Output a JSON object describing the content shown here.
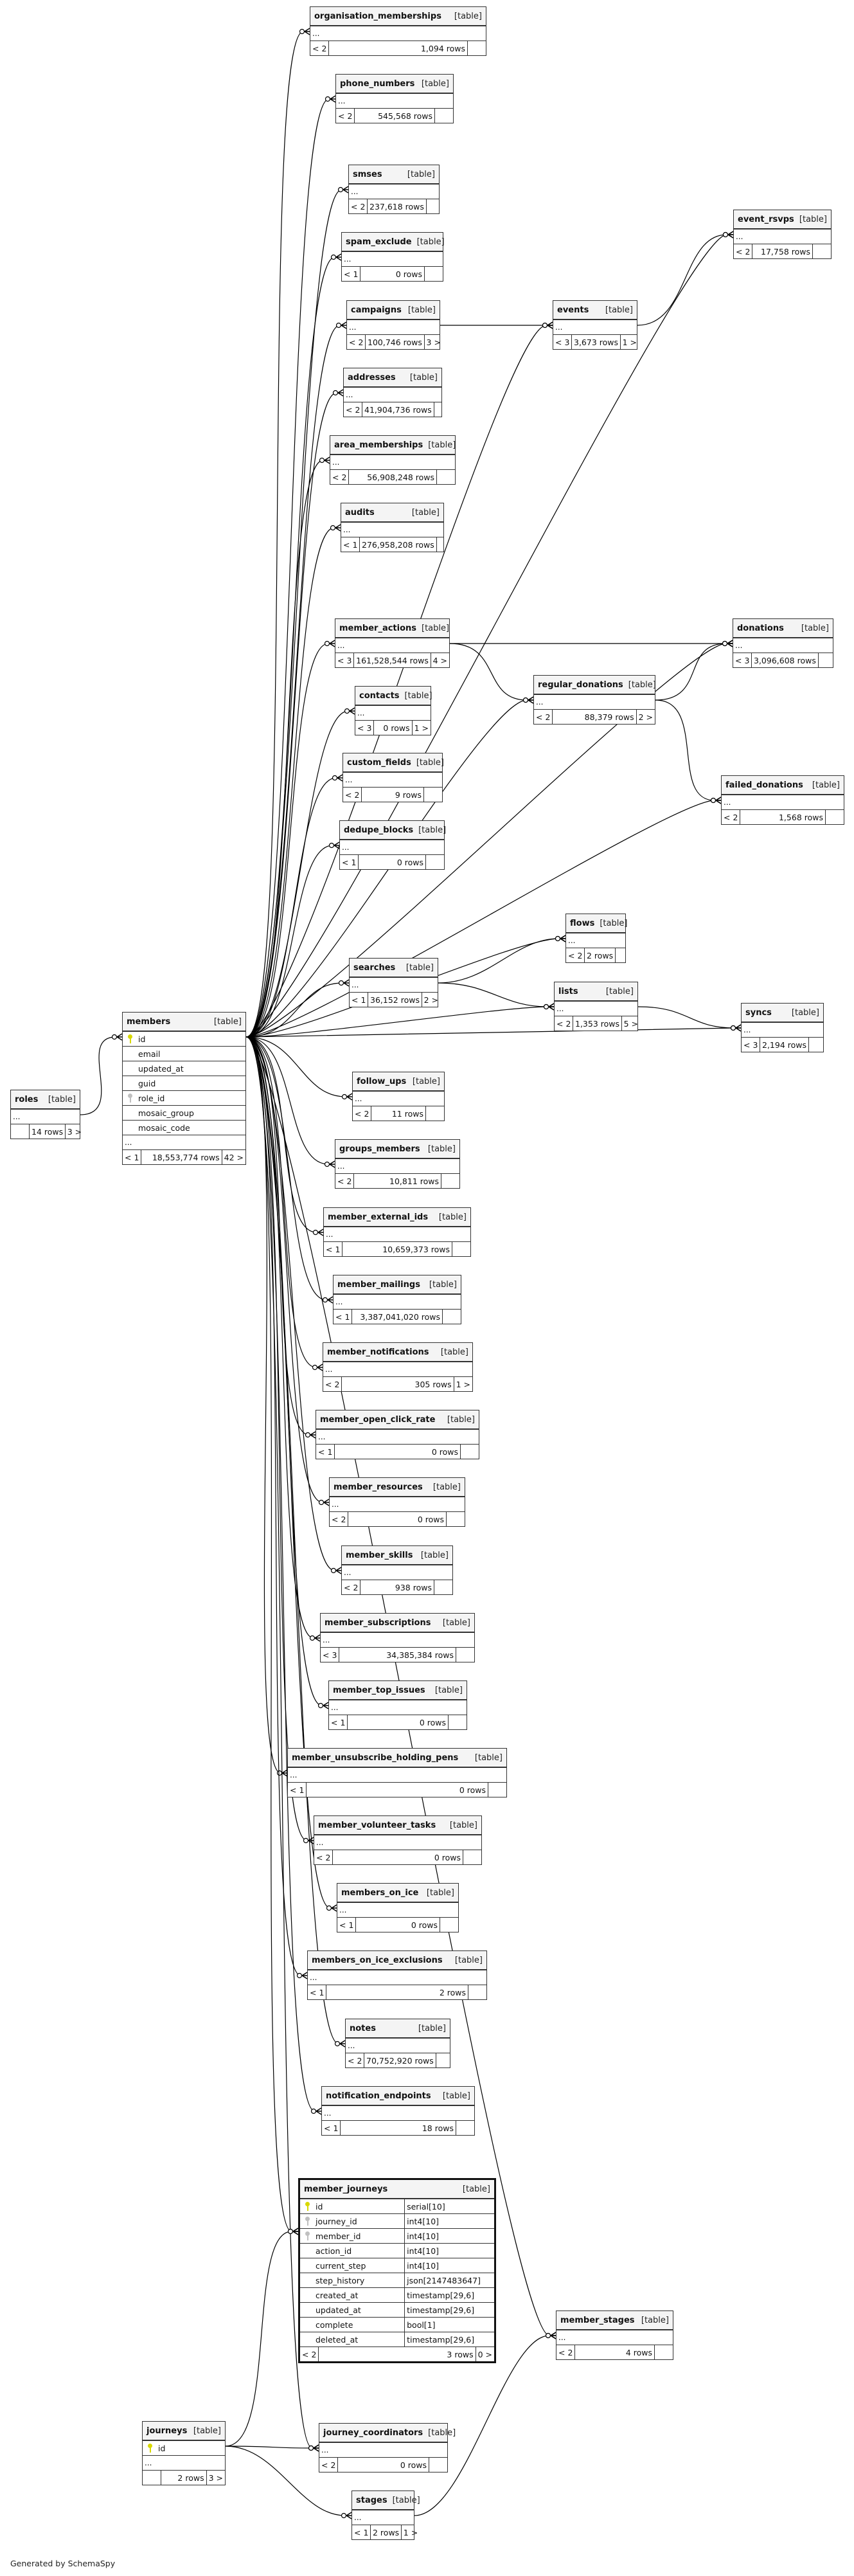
{
  "diagram": {
    "footer": "Generated by SchemaSpy",
    "type_label": "[table]",
    "ellipsis": "...",
    "line_color": "#000000",
    "pk_icon_color": "#d8d800",
    "fk_icon_color": "#c0c0c0",
    "header_bg": "#f4f4f4"
  },
  "tables": [
    {
      "id": "organisation_memberships",
      "name": "organisation_memberships",
      "parents": "< 2",
      "rows": "1,094 rows",
      "children": ""
    },
    {
      "id": "phone_numbers",
      "name": "phone_numbers",
      "parents": "< 2",
      "rows": "545,568 rows",
      "children": ""
    },
    {
      "id": "smses",
      "name": "smses",
      "parents": "< 2",
      "rows": "237,618 rows",
      "children": ""
    },
    {
      "id": "spam_exclude",
      "name": "spam_exclude",
      "parents": "< 1",
      "rows": "0 rows",
      "children": ""
    },
    {
      "id": "campaigns",
      "name": "campaigns",
      "parents": "< 2",
      "rows": "100,746 rows",
      "children": "3 >"
    },
    {
      "id": "events",
      "name": "events",
      "parents": "< 3",
      "rows": "3,673 rows",
      "children": "1 >"
    },
    {
      "id": "event_rsvps",
      "name": "event_rsvps",
      "parents": "< 2",
      "rows": "17,758 rows",
      "children": ""
    },
    {
      "id": "addresses",
      "name": "addresses",
      "parents": "< 2",
      "rows": "41,904,736 rows",
      "children": ""
    },
    {
      "id": "area_memberships",
      "name": "area_memberships",
      "parents": "< 2",
      "rows": "56,908,248 rows",
      "children": ""
    },
    {
      "id": "audits",
      "name": "audits",
      "parents": "< 1",
      "rows": "276,958,208 rows",
      "children": ""
    },
    {
      "id": "member_actions",
      "name": "member_actions",
      "parents": "< 3",
      "rows": "161,528,544 rows",
      "children": "4 >"
    },
    {
      "id": "donations",
      "name": "donations",
      "parents": "< 3",
      "rows": "3,096,608 rows",
      "children": ""
    },
    {
      "id": "regular_donations",
      "name": "regular_donations",
      "parents": "< 2",
      "rows": "88,379 rows",
      "children": "2 >"
    },
    {
      "id": "contacts",
      "name": "contacts",
      "parents": "< 3",
      "rows": "0 rows",
      "children": "1 >"
    },
    {
      "id": "custom_fields",
      "name": "custom_fields",
      "parents": "< 2",
      "rows": "9 rows",
      "children": ""
    },
    {
      "id": "failed_donations",
      "name": "failed_donations",
      "parents": "< 2",
      "rows": "1,568 rows",
      "children": ""
    },
    {
      "id": "dedupe_blocks",
      "name": "dedupe_blocks",
      "parents": "< 1",
      "rows": "0 rows",
      "children": ""
    },
    {
      "id": "flows",
      "name": "flows",
      "parents": "< 2",
      "rows": "2 rows",
      "children": ""
    },
    {
      "id": "searches",
      "name": "searches",
      "parents": "< 1",
      "rows": "36,152 rows",
      "children": "2 >"
    },
    {
      "id": "lists",
      "name": "lists",
      "parents": "< 2",
      "rows": "1,353 rows",
      "children": "5 >"
    },
    {
      "id": "syncs",
      "name": "syncs",
      "parents": "< 3",
      "rows": "2,194 rows",
      "children": ""
    },
    {
      "id": "roles",
      "name": "roles",
      "parents": "",
      "rows": "14 rows",
      "children": "3 >"
    },
    {
      "id": "members",
      "name": "members",
      "parents": "< 1",
      "rows": "18,553,774 rows",
      "children": "42 >",
      "columns": [
        {
          "name": "id",
          "key": "pk"
        },
        {
          "name": "email",
          "key": ""
        },
        {
          "name": "updated_at",
          "key": ""
        },
        {
          "name": "guid",
          "key": ""
        },
        {
          "name": "role_id",
          "key": "fk"
        },
        {
          "name": "mosaic_group",
          "key": ""
        },
        {
          "name": "mosaic_code",
          "key": ""
        }
      ]
    },
    {
      "id": "follow_ups",
      "name": "follow_ups",
      "parents": "< 2",
      "rows": "11 rows",
      "children": ""
    },
    {
      "id": "groups_members",
      "name": "groups_members",
      "parents": "< 2",
      "rows": "10,811 rows",
      "children": ""
    },
    {
      "id": "member_external_ids",
      "name": "member_external_ids",
      "parents": "< 1",
      "rows": "10,659,373 rows",
      "children": ""
    },
    {
      "id": "member_mailings",
      "name": "member_mailings",
      "parents": "< 1",
      "rows": "3,387,041,020 rows",
      "children": ""
    },
    {
      "id": "member_notifications",
      "name": "member_notifications",
      "parents": "< 2",
      "rows": "305 rows",
      "children": "1 >"
    },
    {
      "id": "member_open_click_rate",
      "name": "member_open_click_rate",
      "parents": "< 1",
      "rows": "0 rows",
      "children": ""
    },
    {
      "id": "member_resources",
      "name": "member_resources",
      "parents": "< 2",
      "rows": "0 rows",
      "children": ""
    },
    {
      "id": "member_skills",
      "name": "member_skills",
      "parents": "< 2",
      "rows": "938 rows",
      "children": ""
    },
    {
      "id": "member_subscriptions",
      "name": "member_subscriptions",
      "parents": "< 3",
      "rows": "34,385,384 rows",
      "children": ""
    },
    {
      "id": "member_top_issues",
      "name": "member_top_issues",
      "parents": "< 1",
      "rows": "0 rows",
      "children": ""
    },
    {
      "id": "member_unsubscribe_holding_pens",
      "name": "member_unsubscribe_holding_pens",
      "parents": "< 1",
      "rows": "0 rows",
      "children": ""
    },
    {
      "id": "member_volunteer_tasks",
      "name": "member_volunteer_tasks",
      "parents": "< 2",
      "rows": "0 rows",
      "children": ""
    },
    {
      "id": "members_on_ice",
      "name": "members_on_ice",
      "parents": "< 1",
      "rows": "0 rows",
      "children": ""
    },
    {
      "id": "members_on_ice_exclusions",
      "name": "members_on_ice_exclusions",
      "parents": "< 1",
      "rows": "2 rows",
      "children": ""
    },
    {
      "id": "notes",
      "name": "notes",
      "parents": "< 2",
      "rows": "70,752,920 rows",
      "children": ""
    },
    {
      "id": "notification_endpoints",
      "name": "notification_endpoints",
      "parents": "< 1",
      "rows": "18 rows",
      "children": ""
    },
    {
      "id": "member_journeys",
      "name": "member_journeys",
      "parents": "< 2",
      "rows": "3 rows",
      "children": "0 >",
      "focus": true,
      "columns": [
        {
          "name": "id",
          "type": "serial[10]",
          "key": "pk"
        },
        {
          "name": "journey_id",
          "type": "int4[10]",
          "key": "fk"
        },
        {
          "name": "member_id",
          "type": "int4[10]",
          "key": "fk"
        },
        {
          "name": "action_id",
          "type": "int4[10]",
          "key": ""
        },
        {
          "name": "current_step",
          "type": "int4[10]",
          "key": ""
        },
        {
          "name": "step_history",
          "type": "json[2147483647]",
          "key": ""
        },
        {
          "name": "created_at",
          "type": "timestamp[29,6]",
          "key": ""
        },
        {
          "name": "updated_at",
          "type": "timestamp[29,6]",
          "key": ""
        },
        {
          "name": "complete",
          "type": "bool[1]",
          "key": ""
        },
        {
          "name": "deleted_at",
          "type": "timestamp[29,6]",
          "key": ""
        }
      ]
    },
    {
      "id": "member_stages",
      "name": "member_stages",
      "parents": "< 2",
      "rows": "4 rows",
      "children": ""
    },
    {
      "id": "journeys",
      "name": "journeys",
      "parents": "",
      "rows": "2 rows",
      "children": "3 >",
      "columns": [
        {
          "name": "id",
          "key": "pk"
        }
      ]
    },
    {
      "id": "journey_coordinators",
      "name": "journey_coordinators",
      "parents": "< 2",
      "rows": "0 rows",
      "children": ""
    },
    {
      "id": "stages",
      "name": "stages",
      "parents": "< 1",
      "rows": "2 rows",
      "children": "1 >"
    }
  ],
  "relationships": [
    [
      "members",
      "organisation_memberships"
    ],
    [
      "members",
      "phone_numbers"
    ],
    [
      "members",
      "smses"
    ],
    [
      "members",
      "spam_exclude"
    ],
    [
      "members",
      "campaigns"
    ],
    [
      "members",
      "event_rsvps"
    ],
    [
      "members",
      "addresses"
    ],
    [
      "members",
      "area_memberships"
    ],
    [
      "members",
      "audits"
    ],
    [
      "members",
      "member_actions"
    ],
    [
      "members",
      "contacts"
    ],
    [
      "members",
      "custom_fields"
    ],
    [
      "members",
      "dedupe_blocks"
    ],
    [
      "members",
      "donations"
    ],
    [
      "members",
      "regular_donations"
    ],
    [
      "members",
      "failed_donations"
    ],
    [
      "members",
      "flows"
    ],
    [
      "members",
      "searches"
    ],
    [
      "members",
      "lists"
    ],
    [
      "members",
      "syncs"
    ],
    [
      "members",
      "follow_ups"
    ],
    [
      "members",
      "groups_members"
    ],
    [
      "members",
      "member_external_ids"
    ],
    [
      "members",
      "member_mailings"
    ],
    [
      "members",
      "member_notifications"
    ],
    [
      "members",
      "member_open_click_rate"
    ],
    [
      "members",
      "member_resources"
    ],
    [
      "members",
      "member_skills"
    ],
    [
      "members",
      "member_subscriptions"
    ],
    [
      "members",
      "member_top_issues"
    ],
    [
      "members",
      "member_unsubscribe_holding_pens"
    ],
    [
      "members",
      "member_volunteer_tasks"
    ],
    [
      "members",
      "members_on_ice"
    ],
    [
      "members",
      "members_on_ice_exclusions"
    ],
    [
      "members",
      "notes"
    ],
    [
      "members",
      "notification_endpoints"
    ],
    [
      "members",
      "member_journeys"
    ],
    [
      "members",
      "member_stages"
    ],
    [
      "members",
      "journey_coordinators"
    ],
    [
      "members",
      "events"
    ],
    [
      "campaigns",
      "events"
    ],
    [
      "events",
      "event_rsvps"
    ],
    [
      "member_actions",
      "donations"
    ],
    [
      "member_actions",
      "regular_donations"
    ],
    [
      "regular_donations",
      "donations"
    ],
    [
      "regular_donations",
      "failed_donations"
    ],
    [
      "searches",
      "flows"
    ],
    [
      "searches",
      "lists"
    ],
    [
      "lists",
      "syncs"
    ],
    [
      "roles",
      "members"
    ],
    [
      "journeys",
      "member_journeys"
    ],
    [
      "journeys",
      "journey_coordinators"
    ],
    [
      "journeys",
      "stages"
    ],
    [
      "stages",
      "member_stages"
    ]
  ]
}
